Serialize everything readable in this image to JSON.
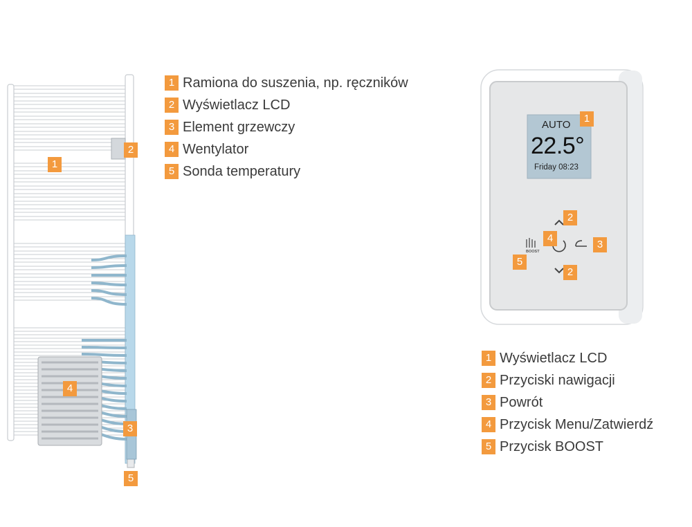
{
  "colors": {
    "accent": "#f39a3e",
    "rail": "#ffffff",
    "rail_outline": "#c8ccd0",
    "heater_blue": "#b8d8ea",
    "lcd_bg": "#b3c7d3"
  },
  "radiator_callouts": [
    "1",
    "2",
    "3",
    "4",
    "5"
  ],
  "radiator_legend": [
    {
      "num": "1",
      "label": "Ramiona do suszenia, np. ręczników"
    },
    {
      "num": "2",
      "label": "Wyświetlacz LCD"
    },
    {
      "num": "3",
      "label": "Element grzewczy"
    },
    {
      "num": "4",
      "label": "Wentylator"
    },
    {
      "num": "5",
      "label": "Sonda temperatury"
    }
  ],
  "controller": {
    "lcd": {
      "mode": "AUTO",
      "temperature": "22.5°",
      "datetime": "Friday 08:23"
    },
    "boost_text": "BOOST",
    "callouts": {
      "lcd": "1",
      "nav_up": "2",
      "back": "3",
      "menu": "4",
      "boost": "5",
      "nav_down": "2"
    }
  },
  "controller_legend": [
    {
      "num": "1",
      "label": "Wyświetlacz LCD"
    },
    {
      "num": "2",
      "label": "Przyciski nawigacji"
    },
    {
      "num": "3",
      "label": "Powrót"
    },
    {
      "num": "4",
      "label": "Przycisk Menu/Zatwierdź"
    },
    {
      "num": "5",
      "label": "Przycisk BOOST"
    }
  ]
}
